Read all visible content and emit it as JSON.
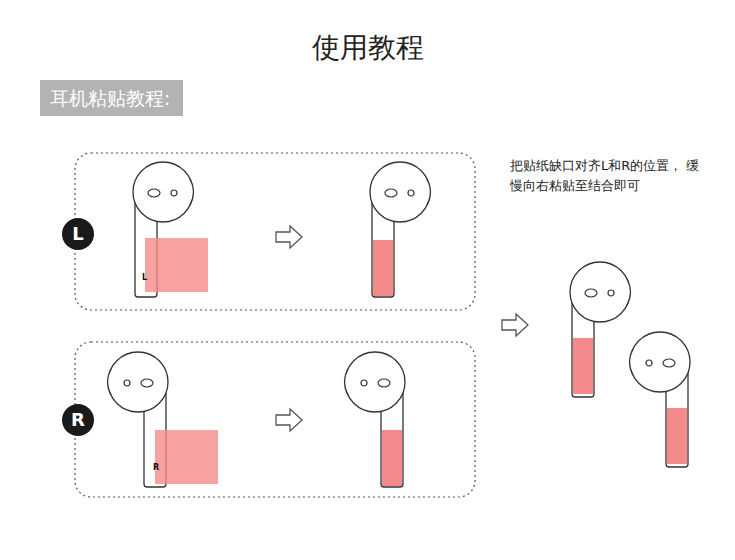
{
  "diagram": {
    "title": "使用教程",
    "nodes": [
      {
        "text": [
          "耳机粘贴教程:"
        ]
      },
      {
        "text": [
          "L"
        ]
      },
      {
        "text": [
          "R"
        ]
      }
    ],
    "labels": [
      "L",
      "R",
      "把贴纸缺口对齐L和R的位置， 缓慢向右粘贴至结合即可"
    ]
  }
}
